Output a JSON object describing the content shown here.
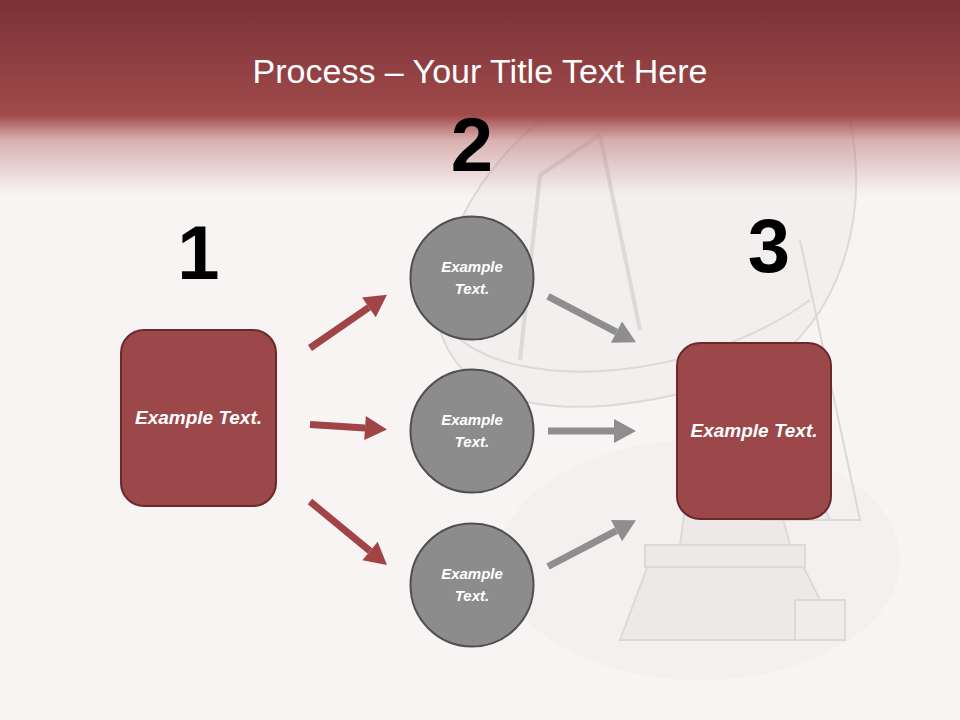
{
  "diagram": {
    "title": "Process – Your Title Text Here",
    "nodes": [
      {
        "text": [
          "1",
          "Example Text."
        ]
      },
      {
        "text": [
          "2",
          "Example Text."
        ]
      },
      {
        "text": [
          "Example Text."
        ]
      },
      {
        "text": [
          "Example Text."
        ]
      },
      {
        "text": [
          "3",
          "Example Text."
        ]
      }
    ],
    "edges": [
      {
        "from": 0,
        "to": 1,
        "arrow": "to"
      },
      {
        "from": 0,
        "to": 2,
        "arrow": "to"
      },
      {
        "from": 0,
        "to": 3,
        "arrow": "to"
      },
      {
        "from": 1,
        "to": 4,
        "arrow": "to"
      },
      {
        "from": 2,
        "to": 4,
        "arrow": "to"
      },
      {
        "from": 3,
        "to": 4,
        "arrow": "to"
      }
    ]
  }
}
